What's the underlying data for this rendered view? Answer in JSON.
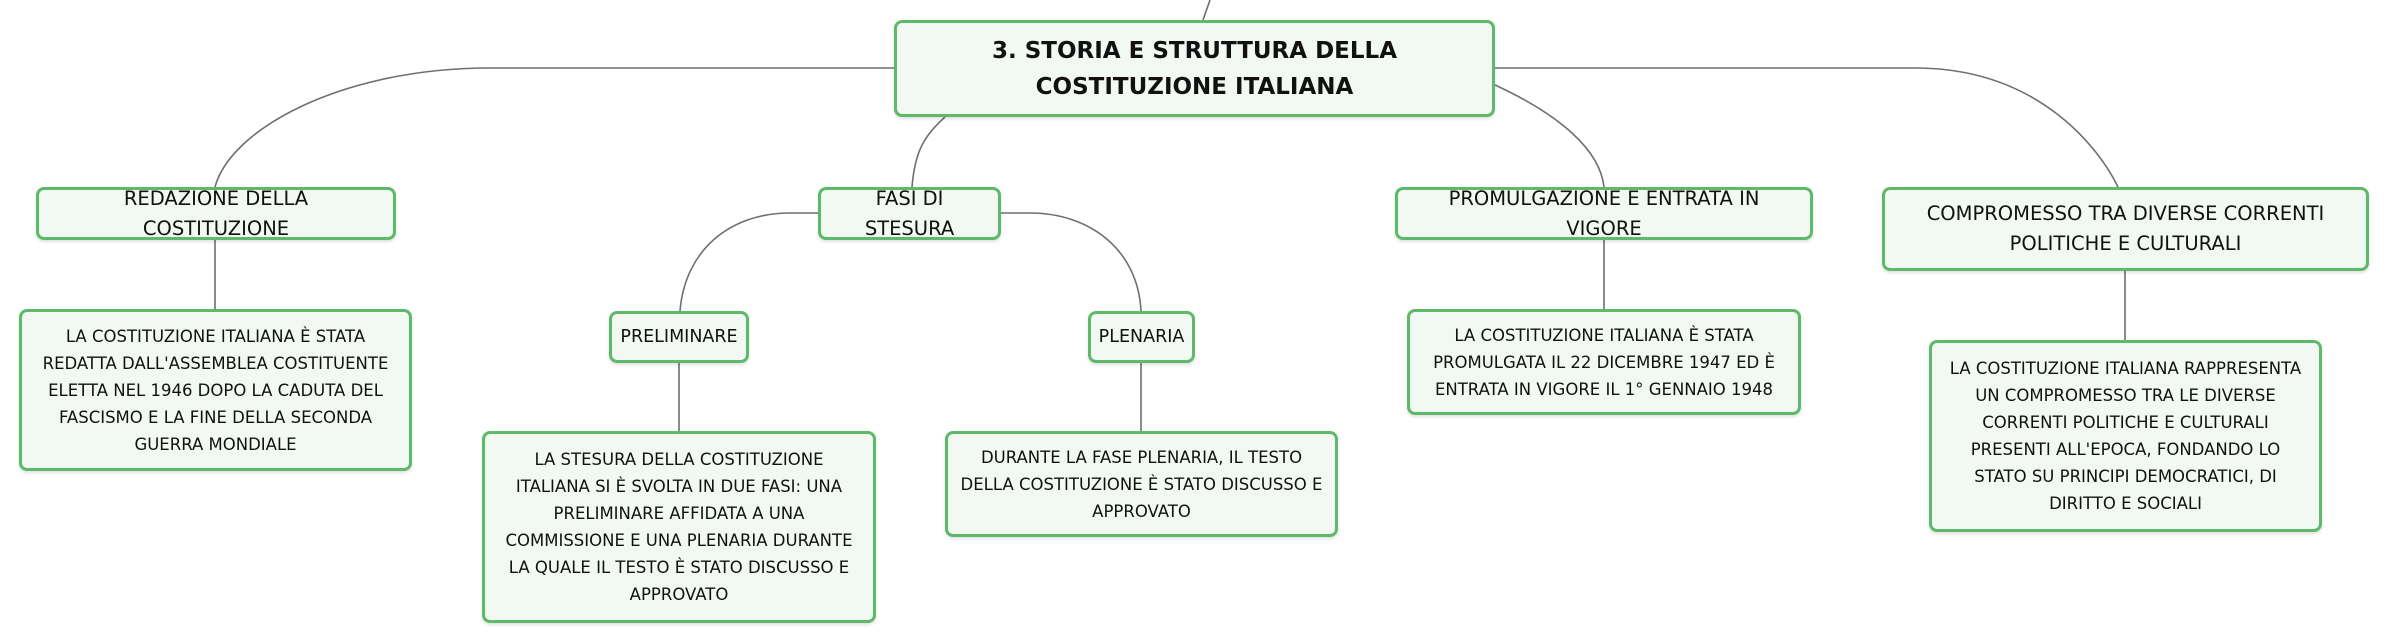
{
  "map": {
    "root": "3. STORIA E STRUTTURA DELLA COSTITUZIONE ITALIANA",
    "redazione": {
      "title": "REDAZIONE DELLA COSTITUZIONE",
      "detail": "LA COSTITUZIONE ITALIANA È STATA REDATTA DALL'ASSEMBLEA COSTITUENTE ELETTA NEL 1946 DOPO LA CADUTA DEL FASCISMO E LA FINE DELLA SECONDA GUERRA MONDIALE"
    },
    "fasi": {
      "title": "FASI DI STESURA",
      "preliminare": {
        "title": "PRELIMINARE",
        "detail": "LA STESURA DELLA COSTITUZIONE ITALIANA SI È SVOLTA IN DUE FASI: UNA PRELIMINARE AFFIDATA A UNA COMMISSIONE E UNA PLENARIA DURANTE LA QUALE IL TESTO È STATO DISCUSSO E APPROVATO"
      },
      "plenaria": {
        "title": "PLENARIA",
        "detail": "DURANTE LA FASE PLENARIA, IL TESTO DELLA COSTITUZIONE È STATO DISCUSSO E APPROVATO"
      }
    },
    "promulgazione": {
      "title": "PROMULGAZIONE E ENTRATA IN VIGORE",
      "detail": "LA COSTITUZIONE ITALIANA È STATA PROMULGATA IL 22 DICEMBRE 1947 ED È ENTRATA IN VIGORE IL 1° GENNAIO 1948"
    },
    "compromesso": {
      "title": "COMPROMESSO TRA DIVERSE CORRENTI POLITICHE E CULTURALI",
      "detail": "LA COSTITUZIONE ITALIANA RAPPRESENTA UN COMPROMESSO TRA LE DIVERSE CORRENTI POLITICHE E CULTURALI PRESENTI ALL'EPOCA, FONDANDO LO STATO SU PRINCIPI DEMOCRATICI, DI DIRITTO E SOCIALI"
    }
  },
  "colors": {
    "node_border": "#5fb96a",
    "node_fill": "#f2f9f3",
    "connector": "#6f6f6f"
  }
}
